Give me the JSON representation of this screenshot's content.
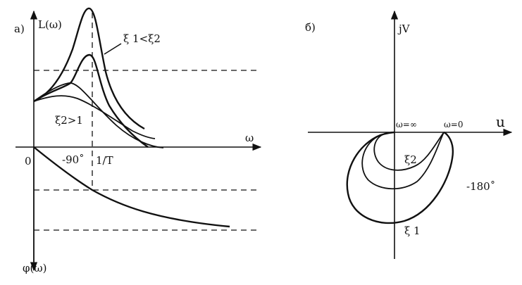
{
  "left_panel": {
    "panel_label": "а)",
    "y_axis_top_label": "L(ω)",
    "y_axis_bottom_label": "φ(ω)",
    "x_axis_label": "ω",
    "origin_label": "0",
    "phase_label": "-90˚",
    "frequency_label": "1/T",
    "curve_label_top": "ξ 1<ξ2",
    "curve_label_low": "ξ2>1"
  },
  "right_panel": {
    "panel_label": "б)",
    "imag_axis_label": "jV",
    "real_axis_label": "u",
    "omega_inf_label": "ω=∞",
    "omega_zero_label": "ω=0",
    "xi2_label": "ξ2",
    "xi1_label": "ξ 1",
    "phase_label": "-180˚"
  }
}
